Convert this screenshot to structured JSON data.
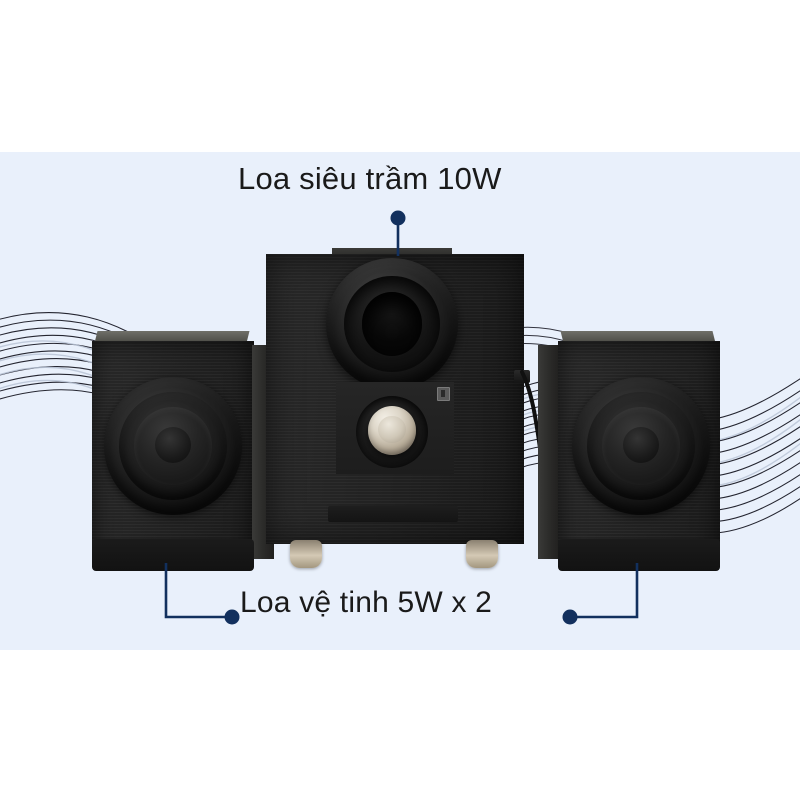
{
  "image": {
    "kind": "product-feature-callout",
    "background_color": "#ffffff",
    "panel_color": "#e9f0fb",
    "accent_color": "#12305e",
    "text_color": "#1a1a1a"
  },
  "callouts": [
    {
      "id": "subwoofer",
      "label": "Loa siêu trầm 10W",
      "marker": "callout-dot",
      "leader": "vertical-down"
    },
    {
      "id": "satellites",
      "label": "Loa vệ tinh 5W x 2",
      "marker": "callout-dot",
      "leader": "elbow-left-and-right"
    }
  ],
  "product": {
    "name": "2.1-channel-speaker-system",
    "parts": [
      {
        "id": "satellite-left",
        "name": "Left satellite speaker",
        "driver": "full-range-driver"
      },
      {
        "id": "subwoofer",
        "name": "Subwoofer",
        "driver": "bass-port",
        "control": "volume-knob",
        "feet": 2
      },
      {
        "id": "satellite-right",
        "name": "Right satellite speaker",
        "driver": "full-range-driver"
      }
    ]
  },
  "decor": {
    "sound_waves": "decorative-sound-wave-lines",
    "wave_color": "#1b1b2a"
  }
}
